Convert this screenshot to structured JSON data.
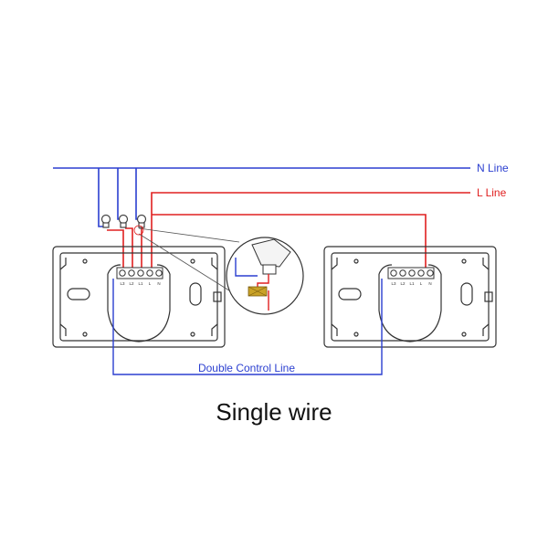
{
  "labels": {
    "n_line": "N Line",
    "l_line": "L Line",
    "double_control_line": "Double Control Line",
    "caption": "Single wire"
  },
  "terminals": [
    "L3",
    "L2",
    "L1",
    "L",
    "N"
  ],
  "colors": {
    "neutral_wire": "#2b3fd0",
    "live_wire": "#e02020",
    "switch_outline": "#333333",
    "bulb": "#444444",
    "connector": "#c9a227"
  }
}
